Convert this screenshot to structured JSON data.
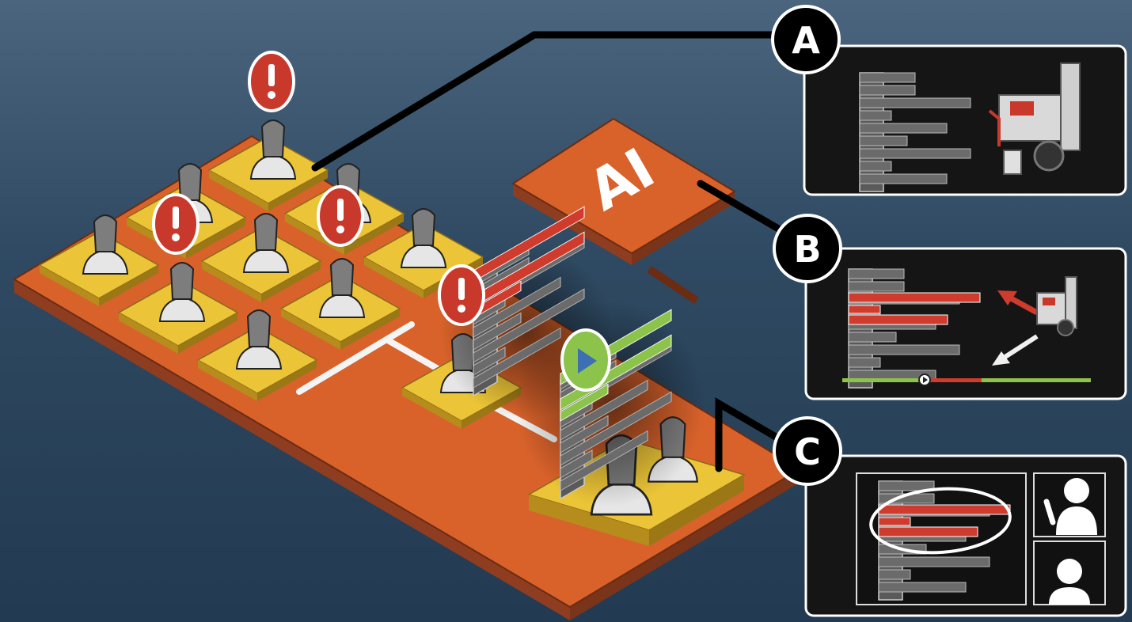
{
  "ai_box": {
    "label": "AI"
  },
  "alert": {
    "symbol": "!"
  },
  "panels": [
    {
      "label": "A",
      "content": "robot-and-code-blocks"
    },
    {
      "label": "B",
      "content": "code-highlight-robot-trajectory-timeline"
    },
    {
      "label": "C",
      "content": "video-call-with-annotated-code"
    }
  ],
  "colors": {
    "background_top": "#4a657d",
    "background_bottom": "#223a52",
    "board": "#d9622b",
    "board_side": "#8e3d20",
    "desk": "#e8c12f",
    "alert": "#c8392b",
    "highlight_code": "#cf3b2c",
    "play": "#8cc34a",
    "play_triangle": "#3d6fb5",
    "code_block": "#6b6b6b",
    "panel_bg": "#151515"
  }
}
